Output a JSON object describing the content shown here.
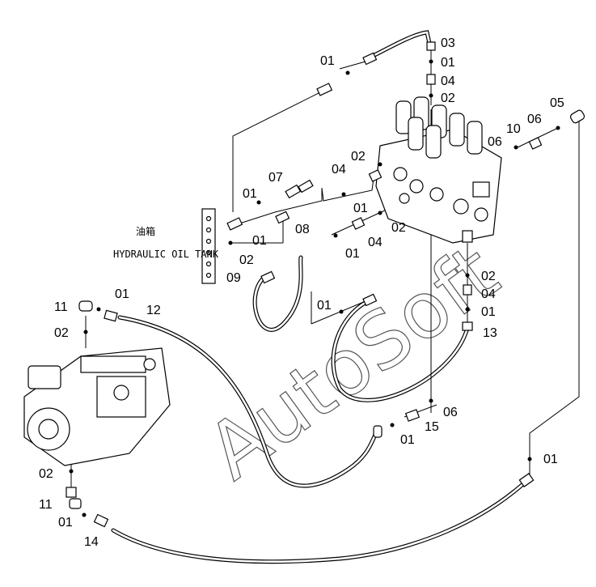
{
  "tank": {
    "label_cn": "油箱",
    "label_en": "HYDRAULIC OIL TANK"
  },
  "watermark": "AutoSoft",
  "callouts": [
    {
      "id": "c01a",
      "text": "01"
    },
    {
      "id": "c03",
      "text": "03"
    },
    {
      "id": "c01b",
      "text": "01"
    },
    {
      "id": "c04a",
      "text": "04"
    },
    {
      "id": "c02a",
      "text": "02"
    },
    {
      "id": "c05",
      "text": "05"
    },
    {
      "id": "c06a",
      "text": "06"
    },
    {
      "id": "c10",
      "text": "10"
    },
    {
      "id": "c06b",
      "text": "06"
    },
    {
      "id": "c02b",
      "text": "02"
    },
    {
      "id": "c04b",
      "text": "04"
    },
    {
      "id": "c07",
      "text": "07"
    },
    {
      "id": "c01c",
      "text": "01"
    },
    {
      "id": "c01d",
      "text": "01"
    },
    {
      "id": "c08",
      "text": "08"
    },
    {
      "id": "c02c",
      "text": "02"
    },
    {
      "id": "c04c",
      "text": "04"
    },
    {
      "id": "c01e",
      "text": "01"
    },
    {
      "id": "c02d",
      "text": "02"
    },
    {
      "id": "c01f",
      "text": "01"
    },
    {
      "id": "c09",
      "text": "09"
    },
    {
      "id": "c02e",
      "text": "02"
    },
    {
      "id": "c04d",
      "text": "04"
    },
    {
      "id": "c01g",
      "text": "01"
    },
    {
      "id": "c01h",
      "text": "01"
    },
    {
      "id": "c13",
      "text": "13"
    },
    {
      "id": "c11a",
      "text": "11"
    },
    {
      "id": "c01i",
      "text": "01"
    },
    {
      "id": "c12",
      "text": "12"
    },
    {
      "id": "c02f",
      "text": "02"
    },
    {
      "id": "c06c",
      "text": "06"
    },
    {
      "id": "c15",
      "text": "15"
    },
    {
      "id": "c01j",
      "text": "01"
    },
    {
      "id": "c01k",
      "text": "01"
    },
    {
      "id": "c02g",
      "text": "02"
    },
    {
      "id": "c11b",
      "text": "11"
    },
    {
      "id": "c01l",
      "text": "01"
    },
    {
      "id": "c14",
      "text": "14"
    }
  ]
}
